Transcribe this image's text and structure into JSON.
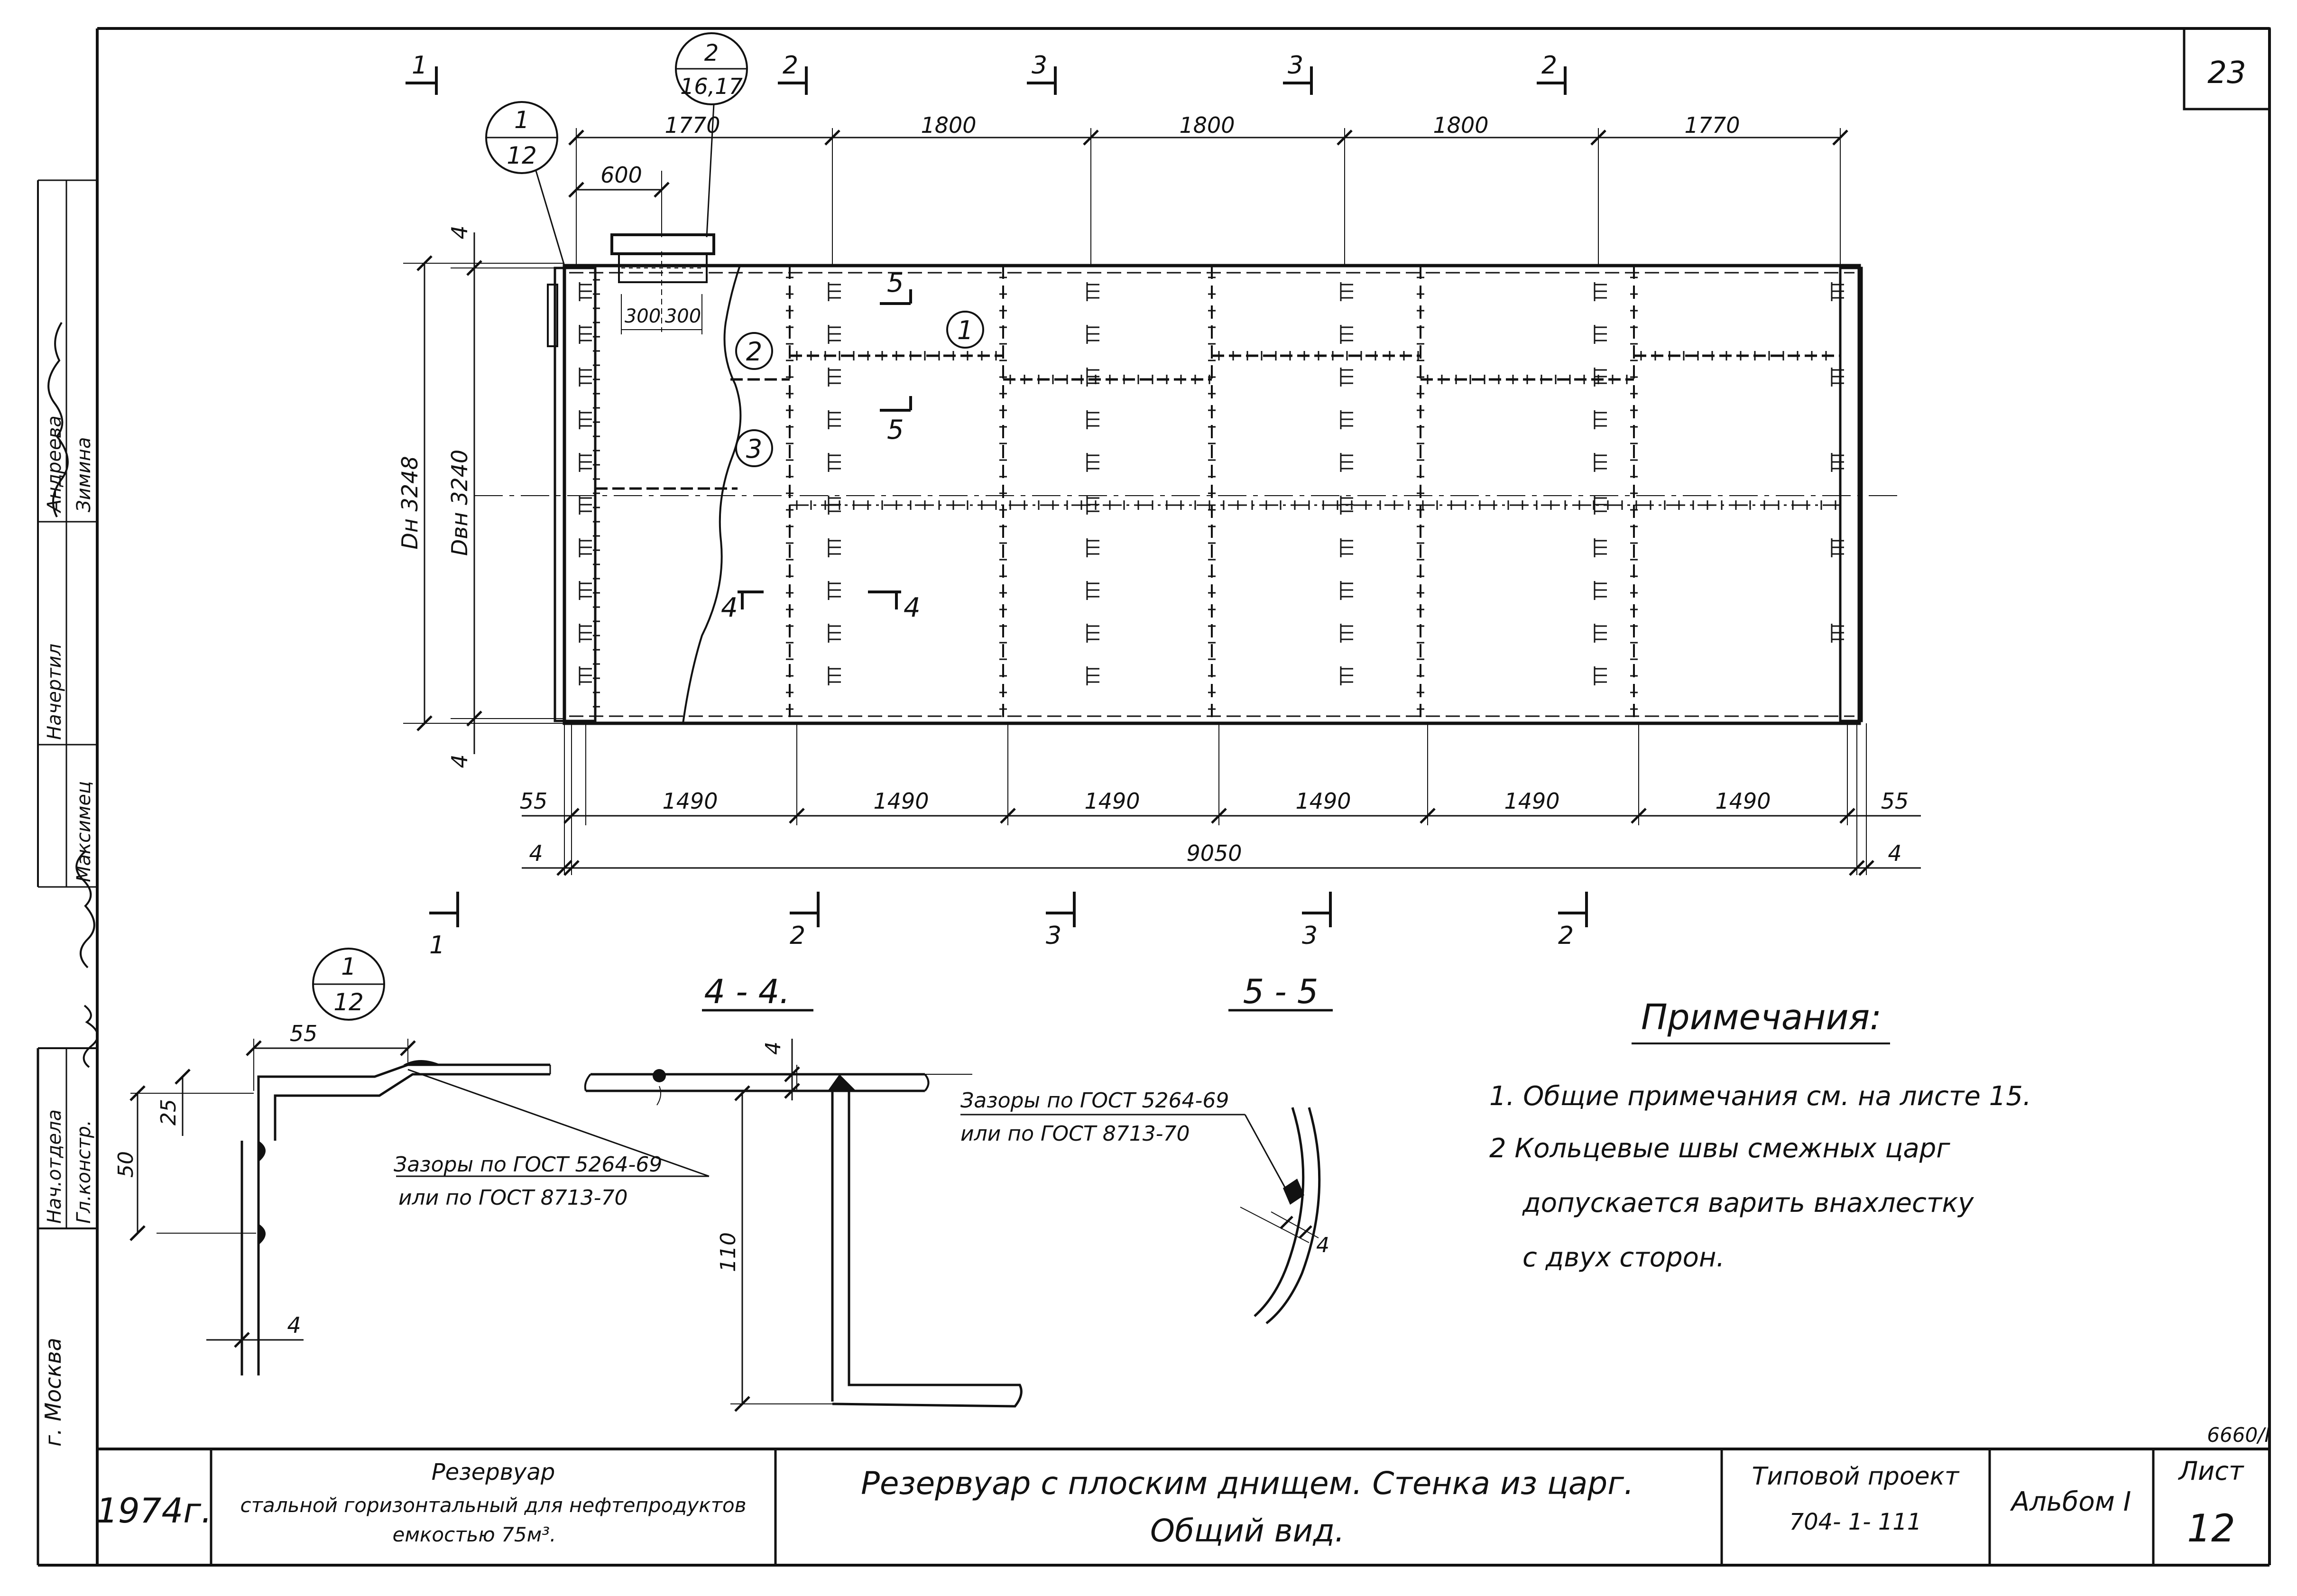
{
  "sheet_number": "23",
  "drawing": {
    "callouts": {
      "detail_1": {
        "top": "1",
        "bottom": "12"
      },
      "detail_2": {
        "top": "2",
        "bottom": "16,17"
      },
      "detail_lower": {
        "top": "1",
        "bottom": "12"
      }
    },
    "section_marks": {
      "top": [
        "1",
        "2",
        "3",
        "3",
        "2"
      ],
      "bottom": [
        "1",
        "2",
        "3",
        "3",
        "2"
      ],
      "s5_top": "5",
      "s5_bottom": "5",
      "s4_left": "4",
      "s4_right": "4"
    },
    "part_marks": [
      "1",
      "2",
      "3"
    ],
    "top_dimensions": [
      "1770",
      "1800",
      "1800",
      "1800",
      "1770"
    ],
    "hatch_dimension": "600",
    "hatch_halves": [
      "300",
      "300"
    ],
    "left_dimensions": {
      "outer_diameter": "Dн 3248",
      "inner_diameter": "Dвн 3240",
      "top_gap": "4",
      "bottom_gap": "4"
    },
    "bottom_dimensions": [
      "1490",
      "1490",
      "1490",
      "1490",
      "1490",
      "1490"
    ],
    "edge_dimensions": {
      "left": "55",
      "right": "55"
    },
    "overall_length": "9050",
    "overall_edges": {
      "left": "4",
      "right": "4"
    }
  },
  "details": {
    "detail_1_12": {
      "dim_top": "55",
      "dim_25": "25",
      "dim_50": "50",
      "dim_4": "4",
      "note_line1": "Зазоры по ГОСТ 5264-69",
      "note_line2": "или по ГОСТ 8713-70"
    },
    "section_4_4": {
      "title": "4 - 4.",
      "dim_4": "4",
      "dim_110": "110"
    },
    "section_5_5": {
      "title": "5 - 5",
      "note_line1": "Зазоры по ГОСТ 5264-69",
      "note_line2": "или по ГОСТ 8713-70",
      "dim_4": "4"
    }
  },
  "notes": {
    "title": "Примечания:",
    "lines": [
      "1. Общие   примечания  см. на  листе  15.",
      "2  Кольцевые  швы  смежных   царг",
      "допускается  варить   внахлестку",
      "с двух  сторон."
    ]
  },
  "side_stamp": {
    "rows": [
      {
        "role": "Начертил",
        "name": "Андреева"
      },
      {
        "role": "Нач.отдела",
        "name": "Зимина"
      },
      {
        "role": "Гл.констр.",
        "name": "Максимец"
      }
    ],
    "city": "г. Москва"
  },
  "title_block": {
    "year": "1974г.",
    "object_line1": "Резервуар",
    "object_line2": "стальной горизонтальный для нефтепродуктов",
    "object_line3": "емкостью  75м³.",
    "title_line1": "Резервуар  с  плоским  днищем.  Стенка  из  царг.",
    "title_line2": "Общий  вид.",
    "project_label": "Типовой проект",
    "project_number": "704- 1- 111",
    "album": "Альбом I",
    "sheet_label": "Лист",
    "sheet_value": "12",
    "archive_number": "6660/I"
  }
}
